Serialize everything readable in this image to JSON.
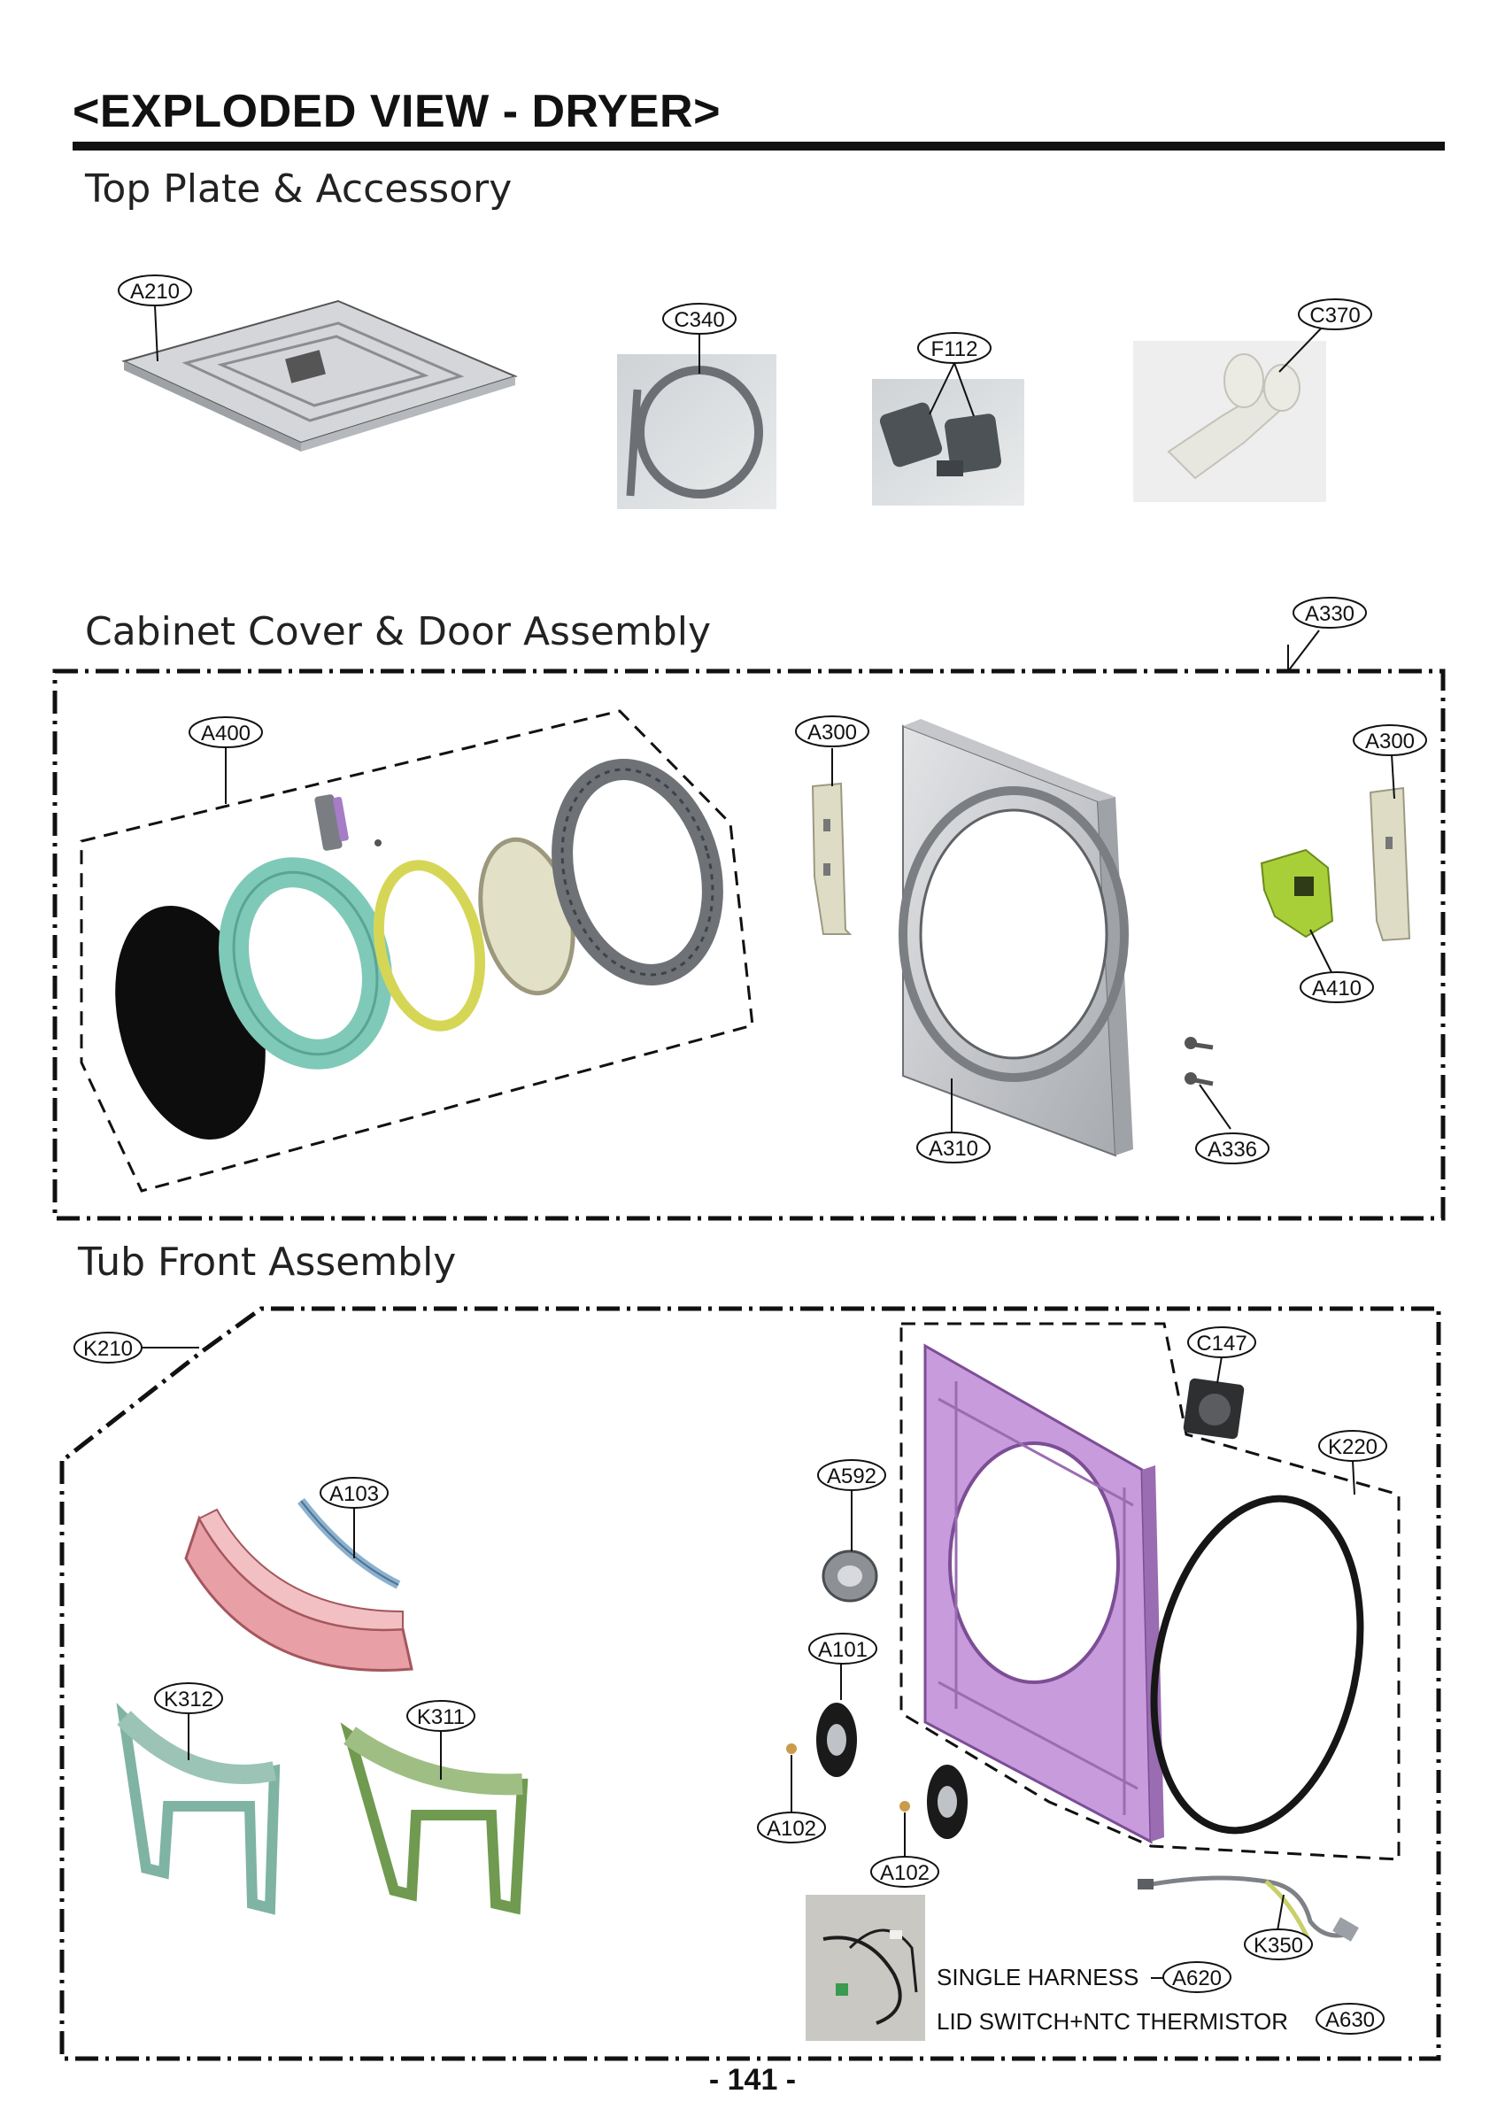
{
  "page_title": "<EXPLODED VIEW - DRYER>",
  "page_number": "- 141 -",
  "colors": {
    "ink": "#111111",
    "rule": "#111111",
    "tub_frame": "#b98ad0",
    "tub_cover": "#e8a0a6",
    "door_ring": "#7fc9b8",
    "lint_left": "#9bc4b6",
    "lint_right": "#9fbe84"
  },
  "sections": {
    "top": {
      "heading": "Top Plate & Accessory"
    },
    "cabinet": {
      "heading": "Cabinet Cover & Door Assembly"
    },
    "tub": {
      "heading": "Tub Front Assembly"
    }
  },
  "labels": {
    "A210": "A210",
    "C340": "C340",
    "F112": "F112",
    "C370": "C370",
    "A330": "A330",
    "A400": "A400",
    "A300_left": "A300",
    "A300_right": "A300",
    "A410": "A410",
    "A310": "A310",
    "A336": "A336",
    "K210": "K210",
    "A103": "A103",
    "K312": "K312",
    "K311": "K311",
    "C147": "C147",
    "K220": "K220",
    "A592": "A592",
    "A101": "A101",
    "A102_left": "A102",
    "A102_right": "A102",
    "K350": "K350",
    "A620": "A620",
    "A630": "A630"
  },
  "captions": {
    "single_harness": "SINGLE HARNESS",
    "lid_switch": "LID SWITCH+NTC THERMISTOR"
  }
}
